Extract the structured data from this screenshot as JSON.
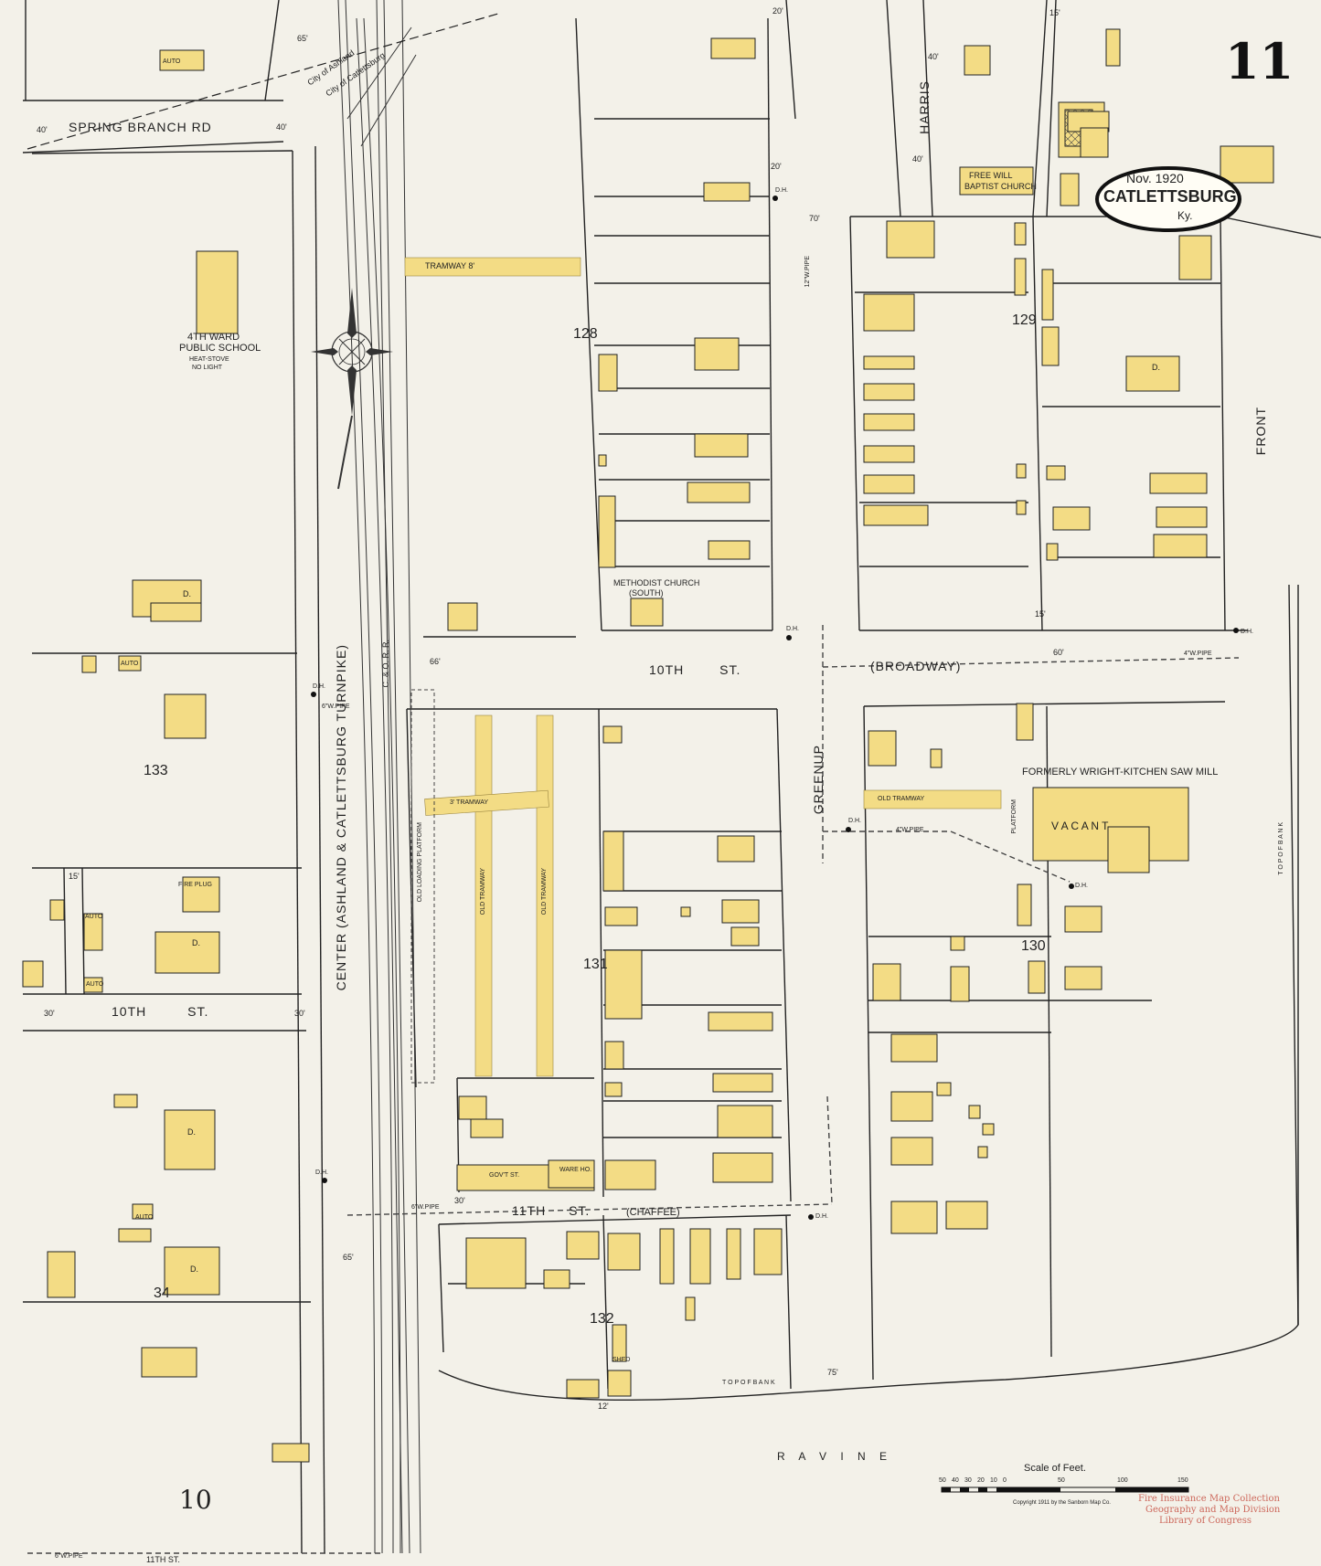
{
  "sheet": {
    "number": "11",
    "date": "Nov. 1920",
    "city": "CATLETTSBURG",
    "state": "Ky."
  },
  "blocks": [
    "128",
    "129",
    "130",
    "131",
    "132",
    "133",
    "34",
    "10"
  ],
  "streets": {
    "spring_branch": "SPRING BRANCH RD",
    "tenth_main": "10TH ST.",
    "broadway": "(BROADWAY)",
    "tenth_left": "10TH ST.",
    "eleventh": "11TH ST.",
    "chaffee": "(CHAFFEE)",
    "center": "CENTER (ASHLAND & CATLETTSBURG TURNPIKE)",
    "greenup": "GREENUP",
    "harris": "HARRIS",
    "front": "FRONT",
    "eleventh_bottom": "11TH ST."
  },
  "landmarks": {
    "school": [
      "4TH WARD",
      "PUBLIC SCHOOL",
      "HEAT-STOVE",
      "NO LIGHT"
    ],
    "methodist": [
      "METHODIST CHURCH",
      "(SOUTH)"
    ],
    "free_will": [
      "FREE WILL",
      "BAPTIST CHURCH"
    ],
    "sawmill": "FORMERLY WRIGHT-KITCHEN SAW MILL",
    "vacant": "V A C A N T",
    "fire_plug": "FIRE PLUG",
    "ware_ho": "WARE HO.",
    "shed": "SHED",
    "platform": "PLATFORM",
    "gov_st": "GOV'T ST."
  },
  "city_limits": [
    "City of Ashland",
    "City of Catlettsburg"
  ],
  "features": {
    "tramway_top": "TRAMWAY 8'",
    "tramway_3": "3' TRAMWAY",
    "old_tramway_1": "OLD TRAMWAY",
    "old_tramway_2": "OLD TRAMWAY",
    "old_tramway_3": "OLD TRAMWAY",
    "old_loading_platform": "OLD LOADING PLATFORM",
    "ravine": "R A V I N E",
    "top_of_bank": "T O P   O F   B A N K",
    "top_of_bank_2": "T O P   O F   B A N K",
    "railroad": "C. & O. R. R."
  },
  "pipes": [
    "4\"W.PIPE",
    "6\"W.PIPE",
    "12\"W.PIPE",
    "6\"W.PIPE",
    "4\"W.PIPE",
    "6\"W.PIPE"
  ],
  "widths": [
    "65'",
    "40'",
    "40'",
    "20'",
    "20'",
    "70'",
    "40'",
    "40'",
    "15'",
    "66'",
    "60'",
    "15'",
    "15'",
    "30'",
    "30'",
    "30'",
    "65'",
    "75'",
    "12'"
  ],
  "hydrant_label": "D.H.",
  "scale": {
    "title": "Scale of Feet.",
    "ticks": [
      "50",
      "40",
      "30",
      "20",
      "10",
      "0",
      "50",
      "100",
      "150"
    ]
  },
  "copyright": "Copyright 1911 by the Sanborn Map Co.",
  "stamp": [
    "Fire Insurance Map Collection",
    "Geography and Map Division",
    "Library of Congress"
  ],
  "auto_label": "AUTO",
  "dwelling_label": "D."
}
